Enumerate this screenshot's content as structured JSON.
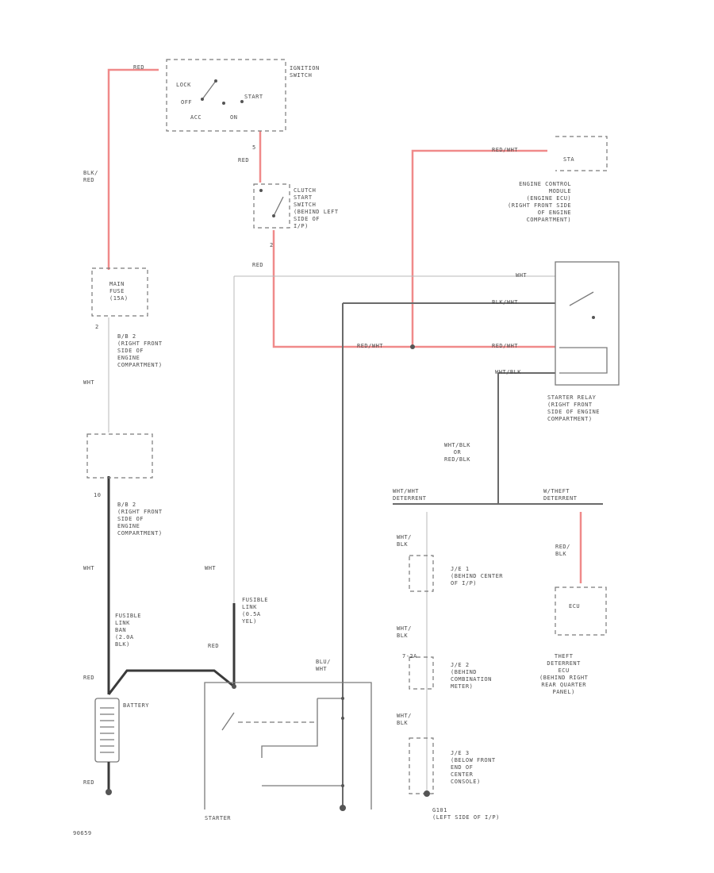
{
  "ignition_switch": {
    "label": "IGNITION\nSWITCH",
    "positions": {
      "lock": "LOCK",
      "off": "OFF",
      "acc": "ACC",
      "on": "ON",
      "start": "START"
    },
    "input_wire": "RED",
    "output_wire": "RED",
    "terminal": "5"
  },
  "clutch_switch": {
    "label": "CLUTCH\nSTART\nSWITCH\n(BEHIND LEFT\nSIDE OF\nI/P)",
    "terminal": "2",
    "output_wire": "RED"
  },
  "battery_feed": {
    "wire": "BLK/\nRED"
  },
  "main_fuse": {
    "label": "MAIN\nFUSE\n(15A)",
    "terminal": "2",
    "location": "B/B 2\n(RIGHT FRONT\nSIDE OF\nENGINE\nCOMPARTMENT)"
  },
  "fuse_block": {
    "terminal": "10",
    "location": "B/B 2\n(RIGHT FRONT\nSIDE OF\nENGINE\nCOMPARTMENT)"
  },
  "wire_labels": {
    "wht_1": "WHT",
    "wht_2": "WHT",
    "wht_3": "WHT",
    "fusible_link_1": "FUSIBLE\nLINK\nBAN\n(2.0A\nBLK)",
    "fusible_link_2": "FUSIBLE\nLINK\n(0.5A\nYEL)",
    "red_batt": "RED",
    "red_starter": "RED",
    "red_ground": "RED",
    "blu_wht": "BLU/\nWHT",
    "red_relay_feed": "RED",
    "red_wht_relay": "RED/WHT",
    "red_wht_ecm": "RED/WHT",
    "blk_wht": "BLK/WHT",
    "red_wht_2": "RED/WHT",
    "wht_relay": "WHT",
    "wht_blk_relay": "WHT/BLK",
    "wht_blk_or": "WHT/BLK\nOR\nRED/BLK",
    "wht_wht_deterrent": "WHT/WHT\nDETERRENT",
    "w_deterrent": "W/THEFT\nDETERRENT",
    "red_blk": "RED/\nBLK",
    "wht_blk_1": "WHT/\nBLK",
    "wht_blk_2": "WHT/\nBLK",
    "wht_blk_3": "WHT/\nBLK",
    "g101": "G101\n(LEFT SIDE OF I/P)"
  },
  "battery": {
    "label": "BATTERY"
  },
  "starter": {
    "label": "STARTER"
  },
  "ecm": {
    "pin": "STA",
    "label": "ENGINE CONTROL\nMODULE\n(ENGINE ECU)\n(RIGHT FRONT SIDE\nOF ENGINE\nCOMPARTMENT)"
  },
  "starter_relay": {
    "label": "STARTER RELAY\n(RIGHT FRONT\nSIDE OF ENGINE\nCOMPARTMENT)"
  },
  "theft_ecu": {
    "box": "ECU",
    "label": "THEFT\nDETERRENT\nECU\n(BEHIND RIGHT\nREAR QUARTER\nPANEL)"
  },
  "junctions": {
    "j1": "J/E 1\n(BEHIND CENTER\nOF I/P)",
    "j2": "J/E 2\n(BEHIND\nCOMBINATION\nMETER)",
    "j3": "J/E 3\n(BELOW FRONT\nEND OF\nCENTER\nCONSOLE)",
    "j2_pin": "7-2A"
  },
  "diagram_id": "90659"
}
